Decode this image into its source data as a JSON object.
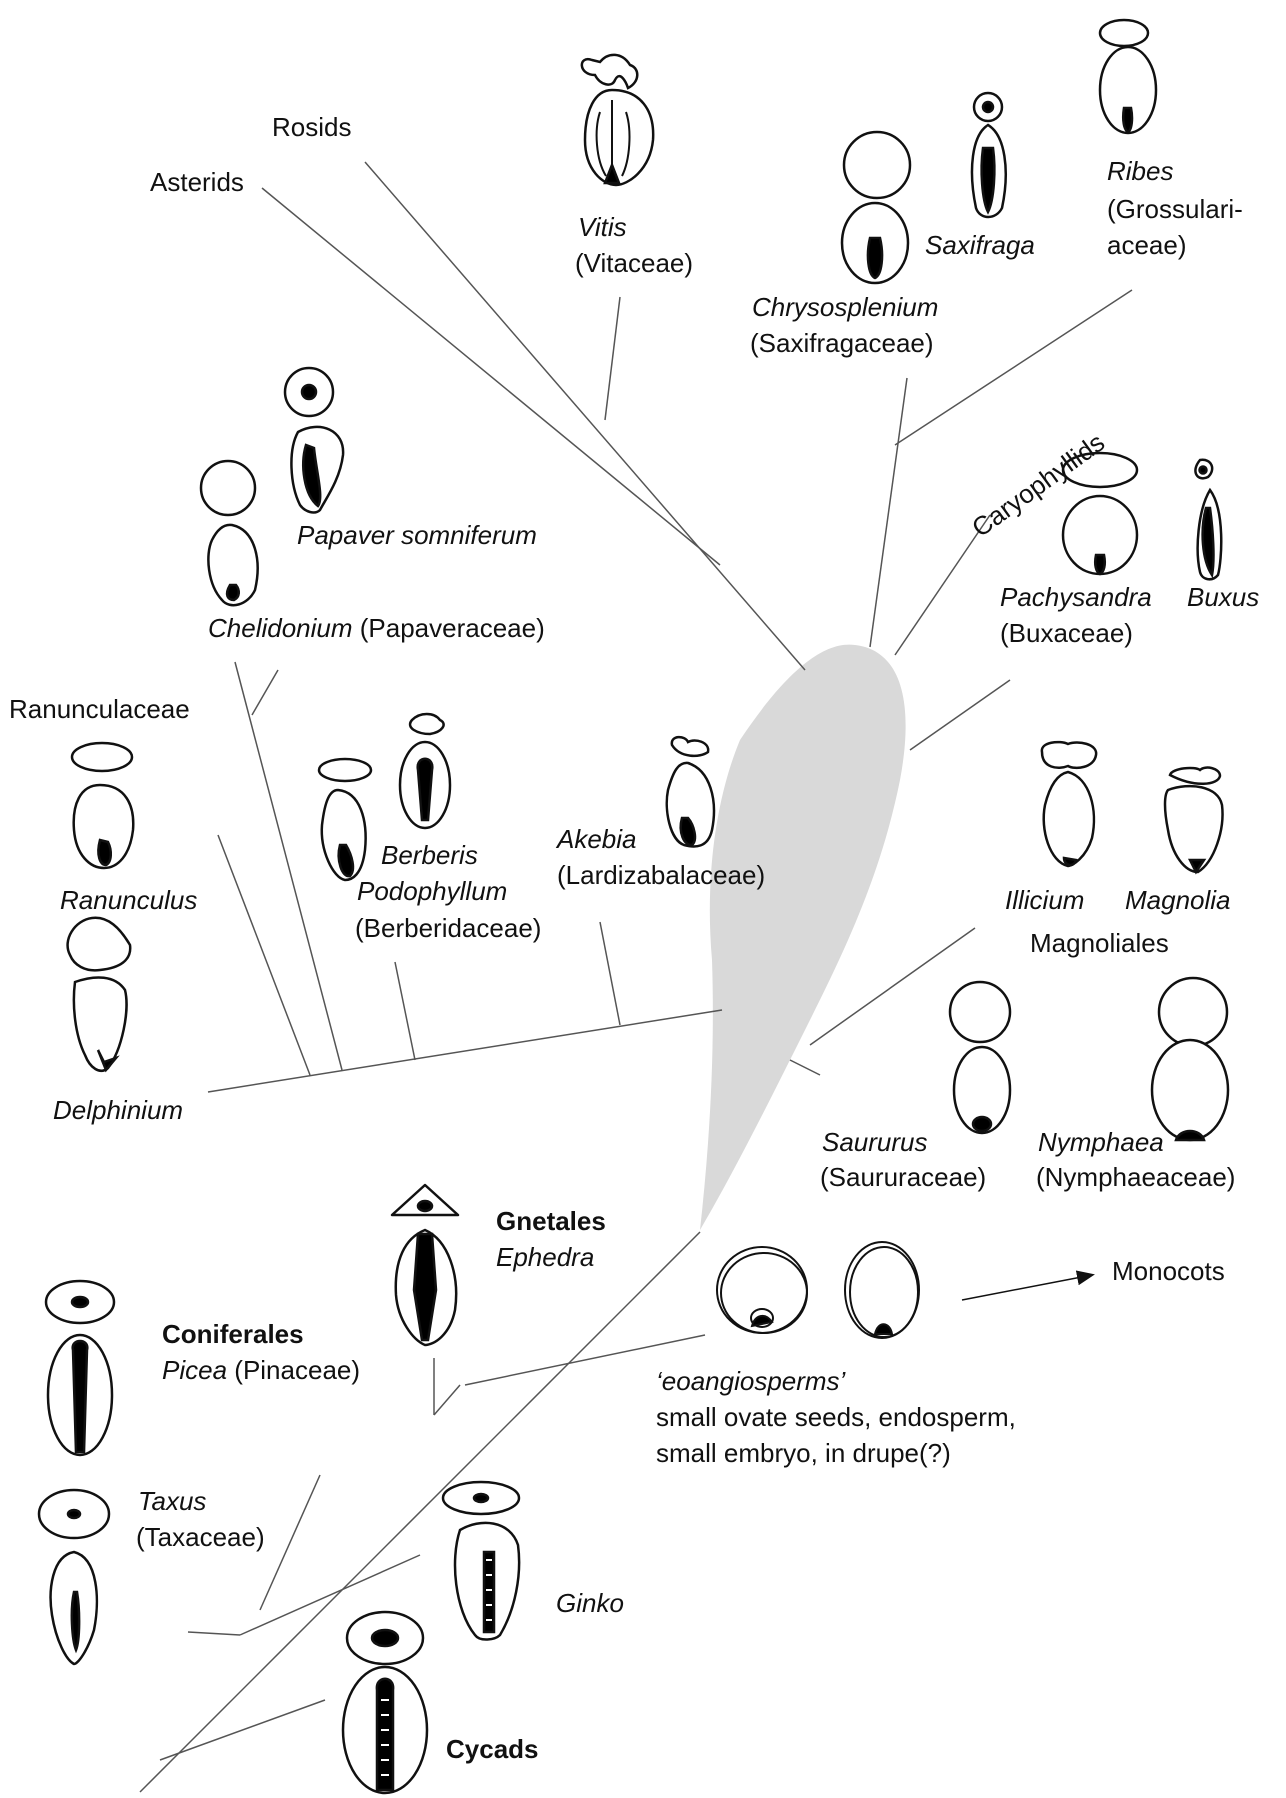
{
  "colors": {
    "ink": "#111111",
    "branch": "#555555",
    "crown": "#d9d9d9",
    "seed_fill": "#ffffff",
    "embryo": "#000000"
  },
  "labels": {
    "rosids": "Rosids",
    "asterids": "Asterids",
    "vitis": "Vitis",
    "vitaceae": "(Vitaceae)",
    "chrysosplenium": "Chrysosplenium",
    "saxifragaceae": "(Saxifragaceae)",
    "saxifraga": "Saxifraga",
    "ribes": "Ribes",
    "grossulari": "(Grossulari-",
    "aceae": "aceae)",
    "caryophyllids": "Caryophyllids",
    "papaver": "Papaver somniferum",
    "chelidonium": "Chelidonium",
    "papaveraceae": "(Papaveraceae)",
    "pachysandra": "Pachysandra",
    "buxus": "Buxus",
    "buxaceae": "(Buxaceae)",
    "ranunculaceae": "Ranunculaceae",
    "ranunculus": "Ranunculus",
    "berberis": "Berberis",
    "podophyllum": "Podophyllum",
    "berberidaceae": "(Berberidaceae)",
    "akebia": "Akebia",
    "lardizabalaceae": "(Lardizabalaceae)",
    "illicium": "Illicium",
    "magnolia": "Magnolia",
    "magnoliales": "Magnoliales",
    "delphinium": "Delphinium",
    "saururus": "Saururus",
    "saururaceae": "(Saururaceae)",
    "nymphaea": "Nymphaea",
    "nymphaeaceae": "(Nymphaeaceae)",
    "gnetales": "Gnetales",
    "ephedra": "Ephedra",
    "monocots": "Monocots",
    "coniferales": "Coniferales",
    "picea": "Picea",
    "pinaceae": "(Pinaceae)",
    "eoangiosperms": "‘eoangiosperms’",
    "eo_line1": "small ovate seeds, endosperm,",
    "eo_line2": "small embryo, in drupe(?)",
    "taxus": "Taxus",
    "taxaceae": "(Taxaceae)",
    "ginko": "Ginko",
    "cycads": "Cycads"
  },
  "icons": {
    "seeds": [
      "vitis-seed-icon",
      "chrysosplenium-seed-icon",
      "saxifraga-seed-icon",
      "ribes-seed-icon",
      "papaver-seed-icon",
      "chelidonium-seed-icon",
      "pachysandra-seed-icon",
      "buxus-seed-icon",
      "ranunculus-seed-icon",
      "berberis-seed-icon",
      "podophyllum-seed-icon",
      "akebia-seed-icon",
      "illicium-seed-icon",
      "magnolia-seed-icon",
      "delphinium-seed-icon",
      "saururus-seed-icon",
      "nymphaea-seed-icon",
      "ephedra-seed-icon",
      "picea-seed-icon",
      "eoangiosperm-seed-icon",
      "taxus-seed-icon",
      "ginko-seed-icon",
      "cycad-seed-icon"
    ]
  }
}
